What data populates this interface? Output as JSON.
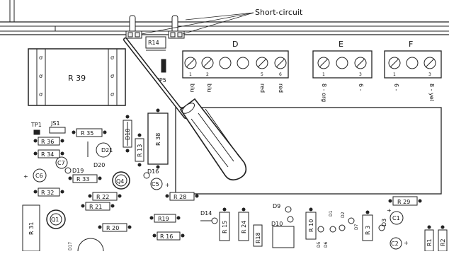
{
  "callout": "Short-circuit",
  "testpoint_tp5": "TP5",
  "terminal_blocks": [
    {
      "name": "D",
      "numbers": [
        "1",
        "2",
        "5",
        "6"
      ],
      "wires": [
        "blu",
        "blu",
        "red",
        "red"
      ]
    },
    {
      "name": "E",
      "numbers": [
        "1",
        "3"
      ],
      "wires": [
        "8 - org",
        "6 -"
      ]
    },
    {
      "name": "F",
      "numbers": [
        "1",
        "3"
      ],
      "wires": [
        "6 -",
        "8 - yel"
      ]
    }
  ],
  "labels": {
    "R39": "R 39",
    "R14": "R14",
    "TP1": "TP1",
    "JS1": "JS1",
    "R35": "R 35",
    "R36": "R 36",
    "R34": "R 34",
    "R33": "R 33",
    "R32": "R 32",
    "C7": "C7",
    "C6": "C6",
    "D21": "D21",
    "D20": "D20",
    "D19": "D19",
    "D18": "D18",
    "R13": "R 13",
    "R38": "R 38",
    "Q4": "Q4",
    "D16": "D16",
    "C5": "C5",
    "R22": "R 22",
    "R21": "R 21",
    "R28": "R 28",
    "R19": "R19",
    "R20": "R 20",
    "R16": "R 16",
    "R31": "R 31",
    "Q1": "Q1",
    "D17": "D17",
    "D14": "D14",
    "R15": "R 15",
    "R24": "R 24",
    "R18": "R18",
    "D9": "D9",
    "D10": "D10",
    "R10": "R 10",
    "D5": "D5",
    "D6": "D6",
    "D1": "D1",
    "D2": "D2",
    "D7": "D7",
    "R3": "R 3",
    "D3": "D3",
    "C1": "C1",
    "R29": "R 29",
    "R1": "R1",
    "R2": "R2",
    "C2": "C2",
    "plus": "+"
  }
}
